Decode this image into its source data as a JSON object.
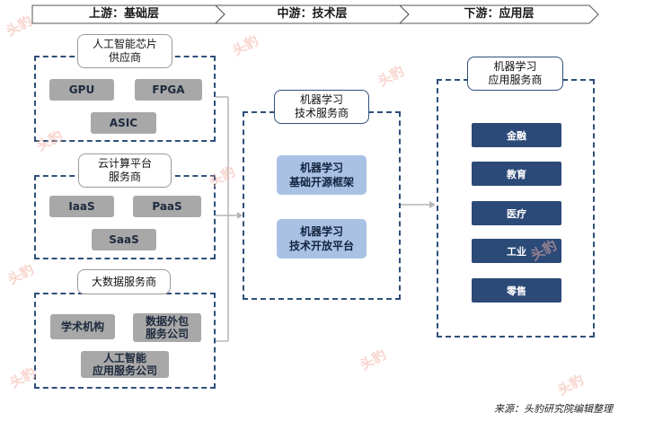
{
  "header": {
    "stages": [
      "上游：基础层",
      "中游：技术层",
      "下游：应用层"
    ]
  },
  "upstream": {
    "chips": {
      "title": "人工智能芯片\n供应商",
      "items": [
        "GPU",
        "FPGA",
        "ASIC"
      ]
    },
    "cloud": {
      "title": "云计算平台\n服务商",
      "items": [
        "IaaS",
        "PaaS",
        "SaaS"
      ]
    },
    "bigdata": {
      "title": "大数据服务商",
      "items": [
        "学术机构",
        "数据外包\n服务公司",
        "人工智能\n应用服务公司"
      ]
    }
  },
  "midstream": {
    "title": "机器学习\n技术服务商",
    "items": [
      "机器学习\n基础开源框架",
      "机器学习\n技术开放平台"
    ]
  },
  "downstream": {
    "title": "机器学习\n应用服务商",
    "items": [
      "金融",
      "教育",
      "医疗",
      "工业",
      "零售"
    ]
  },
  "watermark": "头豹",
  "source": "来源：头豹研究院编辑整理",
  "colors": {
    "dashed_border": "#2f4f7a",
    "gray_button": "#a8a8a8",
    "light_blue_button": "#a9c2e3",
    "navy_button": "#2c4a78"
  }
}
